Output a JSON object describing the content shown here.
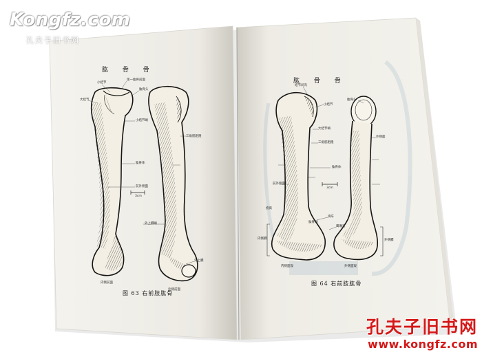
{
  "watermark_top": {
    "brand": "Kongfz.com",
    "subtitle": "孔夫子旧书网"
  },
  "left_page": {
    "heading": "肱 骨 骨",
    "figure_caption": "图 63  右前肢肱骨",
    "labels": [
      "小结节",
      "大结节",
      "第一肱骨前面",
      "肱骨头",
      "小结节嵴",
      "三角肌粗隆",
      "肱骨体",
      "前外侧面",
      "3cm",
      "外上髁嵴",
      "外上髁",
      "内侧前面",
      "外侧前面"
    ]
  },
  "right_page": {
    "heading": "肱 骨 骨",
    "figure_caption": "图 64  右前肢肱骨",
    "labels": [
      "结节间沟",
      "小结节",
      "肱骨头",
      "大结节嵴",
      "三角肌粗隆",
      "外侧面",
      "肱骨体",
      "3cm",
      "前外侧面",
      "桡窝",
      "滑车",
      "鹰嘴窝",
      "肱骨颈",
      "内侧髁",
      "外侧髁",
      "内侧面观",
      "外侧面观"
    ]
  },
  "watermark_bottom": {
    "cn": "孔夫子旧书网",
    "url": "www.kongfz.com"
  },
  "colors": {
    "watermark_red": "#d41818",
    "paper": "#f6f4ee",
    "ink": "#1e1e1e"
  }
}
